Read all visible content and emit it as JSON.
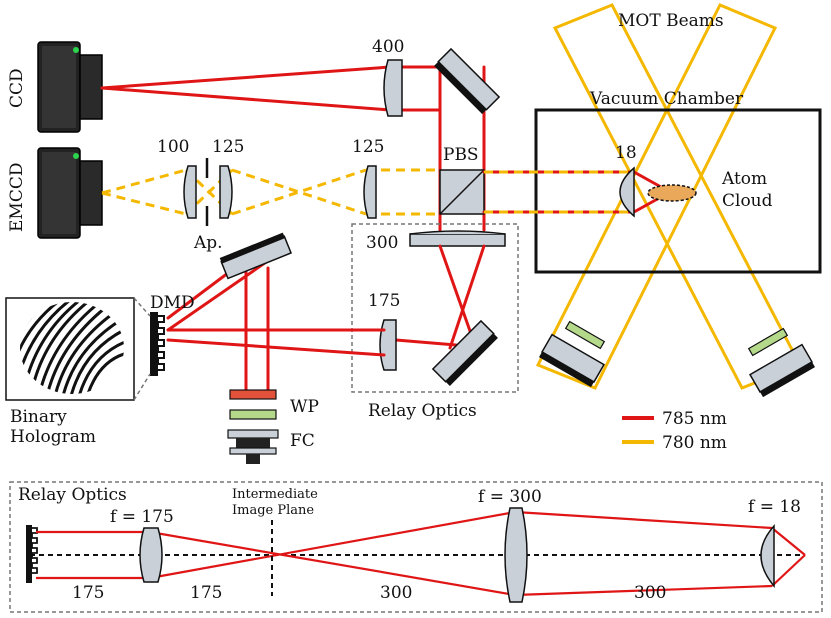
{
  "labels": {
    "ccd": "CCD",
    "emccd": "EMCCD",
    "l400": "400",
    "l100": "100",
    "l125a": "125",
    "l125b": "125",
    "pbs": "PBS",
    "l300": "300",
    "l175": "175",
    "dmd": "DMD",
    "ap": "Ap.",
    "wp": "WP",
    "fc": "FC",
    "relay_optics": "Relay Optics",
    "binary": "Binary",
    "hologram": "Hologram",
    "vacuum": "Vacuum Chamber",
    "mot": "MOT Beams",
    "l18": "18",
    "atom": "Atom",
    "cloud": "Cloud",
    "legend_785": "785 nm",
    "legend_780": "780 nm"
  },
  "relay": {
    "title": "Relay Optics",
    "f175": "f = 175",
    "intermediate": "Intermediate",
    "image_plane": "Image Plane",
    "f300": "f = 300",
    "f18": "f = 18",
    "d1": "175",
    "d2": "175",
    "d3": "300",
    "d4": "300"
  },
  "colors": {
    "red_785": "#e01616",
    "yellow_780": "#f5b800"
  }
}
